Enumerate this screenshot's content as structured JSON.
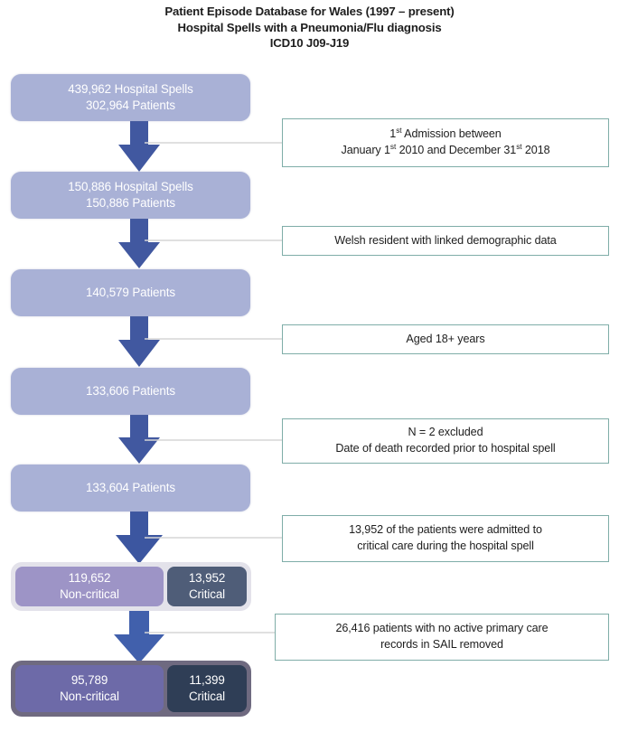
{
  "title": {
    "line1": "Patient Episode Database for Wales (1997 – present)",
    "line2": "Hospital Spells with a Pneumonia/Flu  diagnosis",
    "line3": "ICD10 J09-J19"
  },
  "colors": {
    "main_box_fill": "#a9b1d6",
    "arrow": "#4158a0",
    "note_border": "#7fada8",
    "connector": "#d6d6d6",
    "split_light_frame": "#e3e2ea",
    "split_light_noncritical": "#9d94c6",
    "split_light_critical": "#4f5d78",
    "split_dark_frame": "#6f6a80",
    "split_dark_noncritical": "#6d6aa8",
    "split_dark_critical": "#2f3e56",
    "text_on_box": "#ffffff",
    "text_body": "#1d1d1d"
  },
  "flow": {
    "boxes": [
      {
        "id": "cohort-initial",
        "lines": [
          "439,962 Hospital Spells",
          "302,964 Patients"
        ]
      },
      {
        "id": "cohort-first-admission",
        "lines": [
          "150,886 Hospital Spells",
          "150,886 Patients"
        ]
      },
      {
        "id": "cohort-welsh-resident",
        "lines": [
          "140,579 Patients"
        ]
      },
      {
        "id": "cohort-adults",
        "lines": [
          "133,606 Patients"
        ]
      },
      {
        "id": "cohort-final",
        "lines": [
          "133,604 Patients"
        ]
      }
    ],
    "split_boxes": [
      {
        "id": "critical-care-split",
        "non_critical": {
          "count": "119,652",
          "label": "Non-critical"
        },
        "critical": {
          "count": "13,952",
          "label": "Critical"
        }
      },
      {
        "id": "final-analysis-split",
        "non_critical": {
          "count": "95,789",
          "label": "Non-critical"
        },
        "critical": {
          "count": "11,399",
          "label": "Critical"
        }
      }
    ],
    "notes": [
      {
        "id": "note-first-admission",
        "line1_pre": "1",
        "line1_sup": "st",
        "line1_post": " Admission between",
        "line2_a": "January 1",
        "line2_sup1": "st",
        "line2_b": " 2010 and December 31",
        "line2_sup2": "st",
        "line2_c": " 2018"
      },
      {
        "id": "note-welsh-resident",
        "line1": "Welsh resident with linked demographic data"
      },
      {
        "id": "note-age",
        "line1": "Aged 18+ years"
      },
      {
        "id": "note-death-excluded",
        "line1": "N = 2 excluded",
        "line2": "Date of death recorded prior to hospital spell"
      },
      {
        "id": "note-critical-care",
        "line1": "13,952 of the patients were admitted to",
        "line2": "critical care during the hospital spell"
      },
      {
        "id": "note-sail-removed",
        "line1": "26,416 patients with no active primary care",
        "line2": "records in SAIL removed"
      }
    ]
  }
}
